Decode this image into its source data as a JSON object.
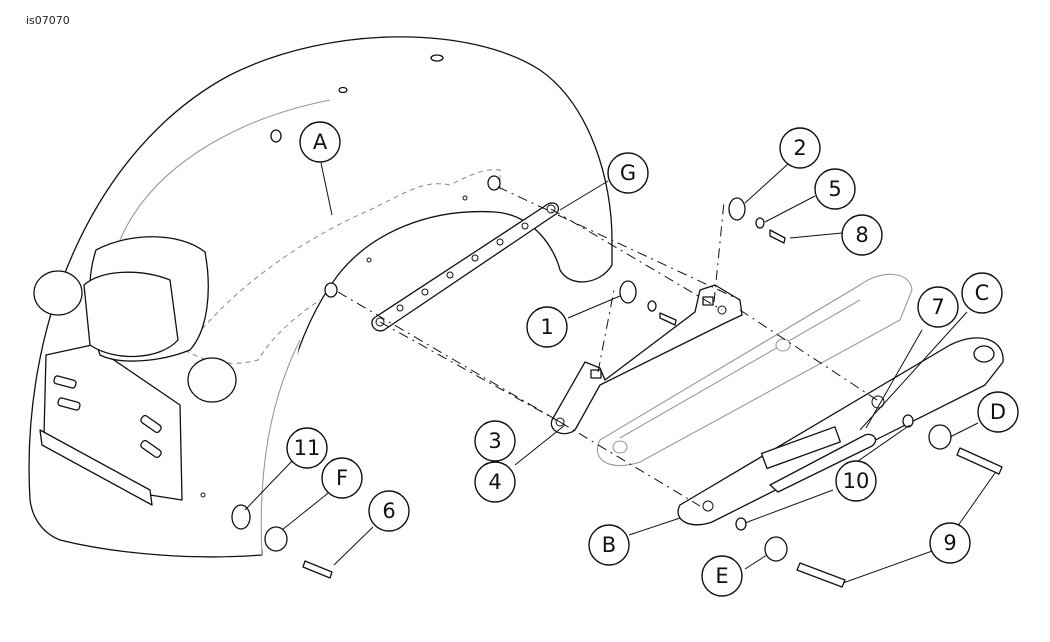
{
  "figure_id": "is07070",
  "callouts": {
    "A": "A",
    "B": "B",
    "C": "C",
    "D": "D",
    "E": "E",
    "F": "F",
    "G": "G",
    "n1": "1",
    "n2": "2",
    "n3": "3",
    "n4": "4",
    "n5": "5",
    "n6": "6",
    "n7": "7",
    "n8": "8",
    "n9": "9",
    "n10": "10",
    "n11": "11"
  },
  "parts_depicted": {
    "fender": "rear-fender-icon",
    "lights": "turn-signal-icon",
    "tail_lamp": "tail-lamp-icon",
    "plate_bracket": "license-plate-bracket-icon",
    "support_rail": "fender-support-rail-icon",
    "mount_plate": "mounting-plate-icon",
    "fasteners": "screw-icon"
  }
}
